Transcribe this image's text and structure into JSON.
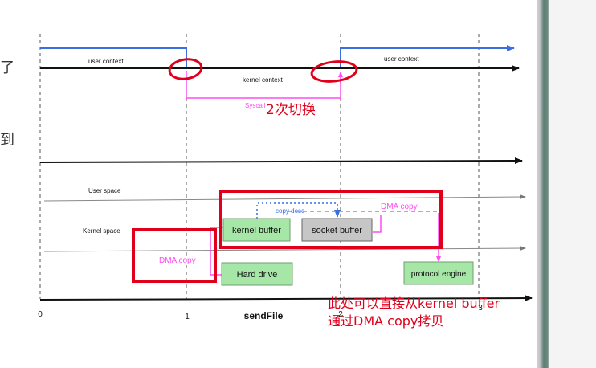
{
  "left_margin_chars": [
    "了",
    "到"
  ],
  "diagram": {
    "user_context_left": "user context",
    "user_context_right": "user context",
    "kernel_context": "kernel context",
    "syscall_label": "Syscall",
    "user_space": "User space",
    "kernel_space": "Kernel space",
    "copy_desc": "copy desc",
    "dma_copy_top": "DMA copy",
    "dma_copy_left": "DMA copy",
    "kernel_buffer": "kernel buffer",
    "socket_buffer": "socket buffer",
    "hard_drive": "Hard drive",
    "protocol_engine": "protocol engine",
    "tick_0": "0",
    "tick_1": "1",
    "tick_2": "2",
    "tick_3": "3",
    "axis_title": "sendFile"
  },
  "annotations": {
    "switch_count": "2次切换",
    "note_line1": "此处可以直接从kernel buffer",
    "note_line2": "通过DMA copy拷贝"
  },
  "colors": {
    "user_context_line": "#3a6fe0",
    "syscall": "#ff4df0",
    "red_annotation": "#e0001b",
    "box_green": "#a6e6a6",
    "box_gray": "#c6c6c6"
  }
}
